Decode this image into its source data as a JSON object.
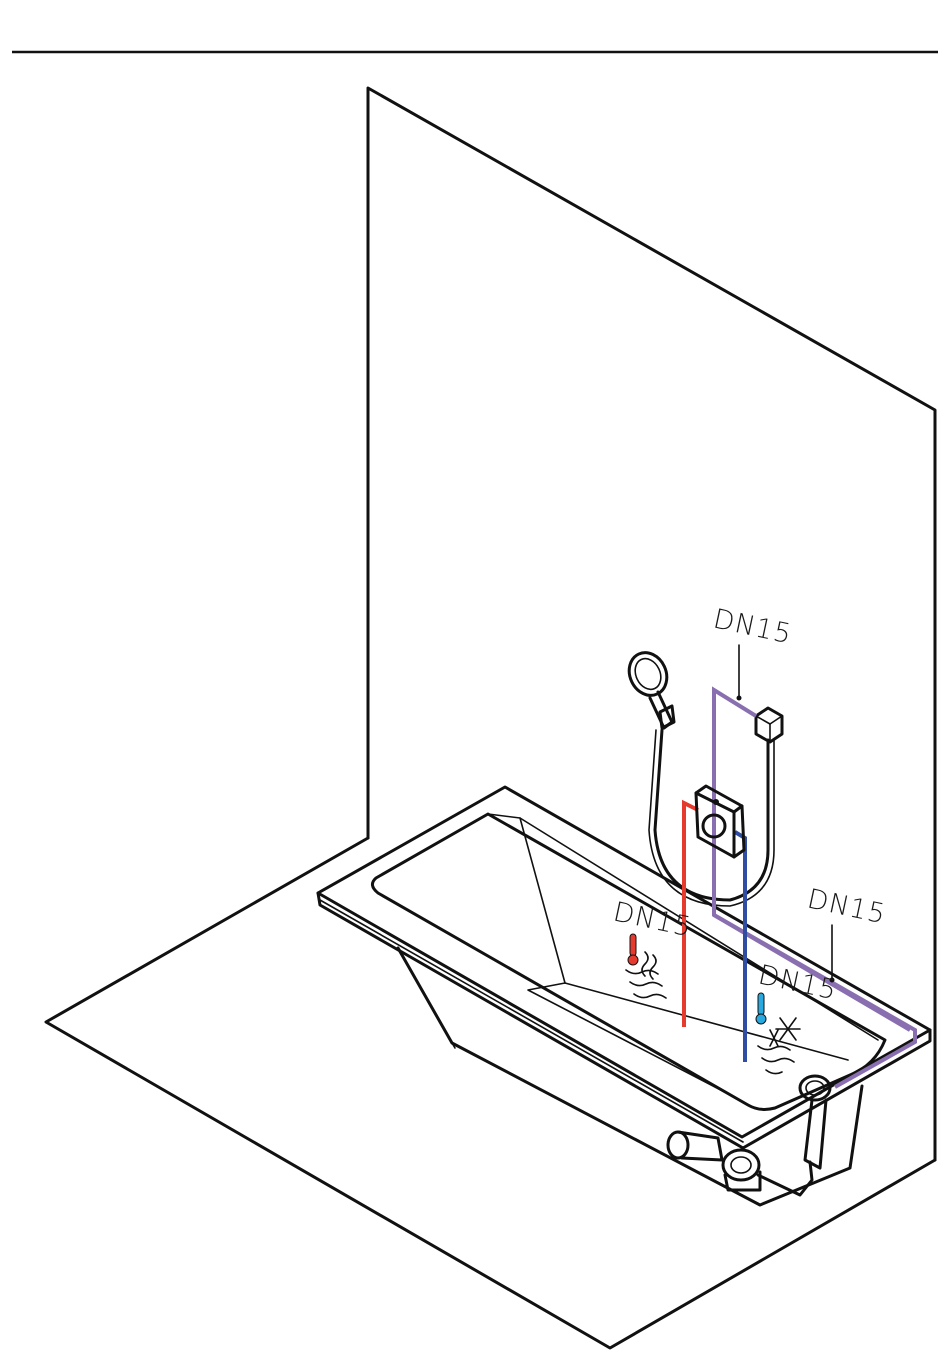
{
  "labels": {
    "mixed_supply": "DN15",
    "mixed_outlet": "DN15",
    "hot_supply": "DN15",
    "cold_supply": "DN15"
  },
  "colors": {
    "hot": "#e53a2e",
    "cold": "#2f4ea3",
    "mixed": "#8a6fb0",
    "line": "#111111"
  },
  "icons": {
    "hot": "hot-water-icon",
    "cold": "cold-water-icon"
  }
}
